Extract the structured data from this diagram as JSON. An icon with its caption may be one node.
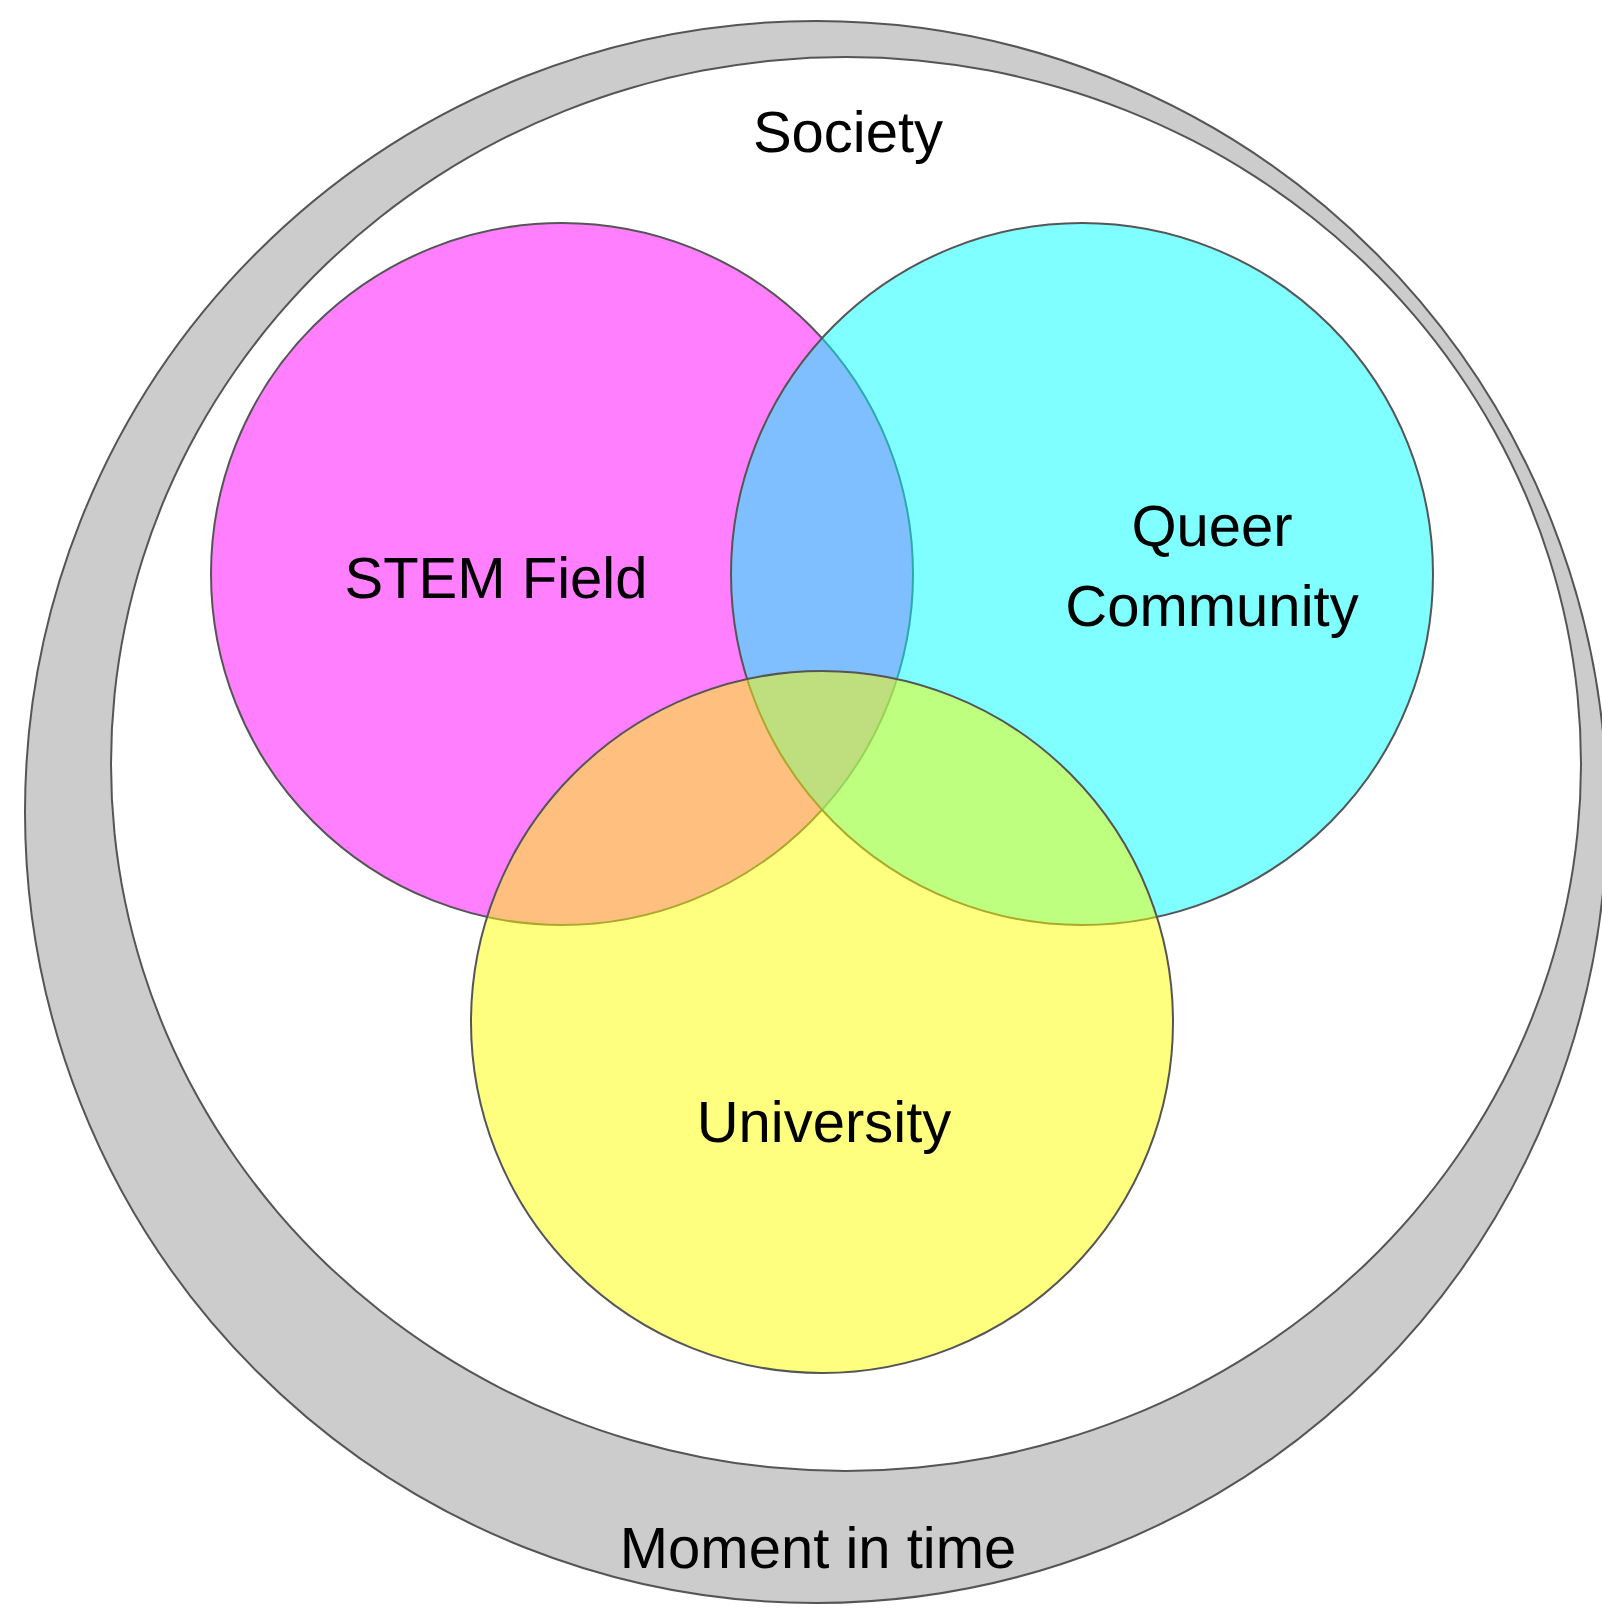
{
  "diagram": {
    "nodes": [
      {
        "text": [
          "Moment in time"
        ]
      },
      {
        "text": [
          "Society"
        ],
        "in": 0
      },
      {
        "text": [
          "STEM Field"
        ],
        "in": 1
      },
      {
        "text": [
          "Queer Community"
        ],
        "in": 1
      },
      {
        "text": [
          "University"
        ],
        "in": 1
      }
    ]
  }
}
